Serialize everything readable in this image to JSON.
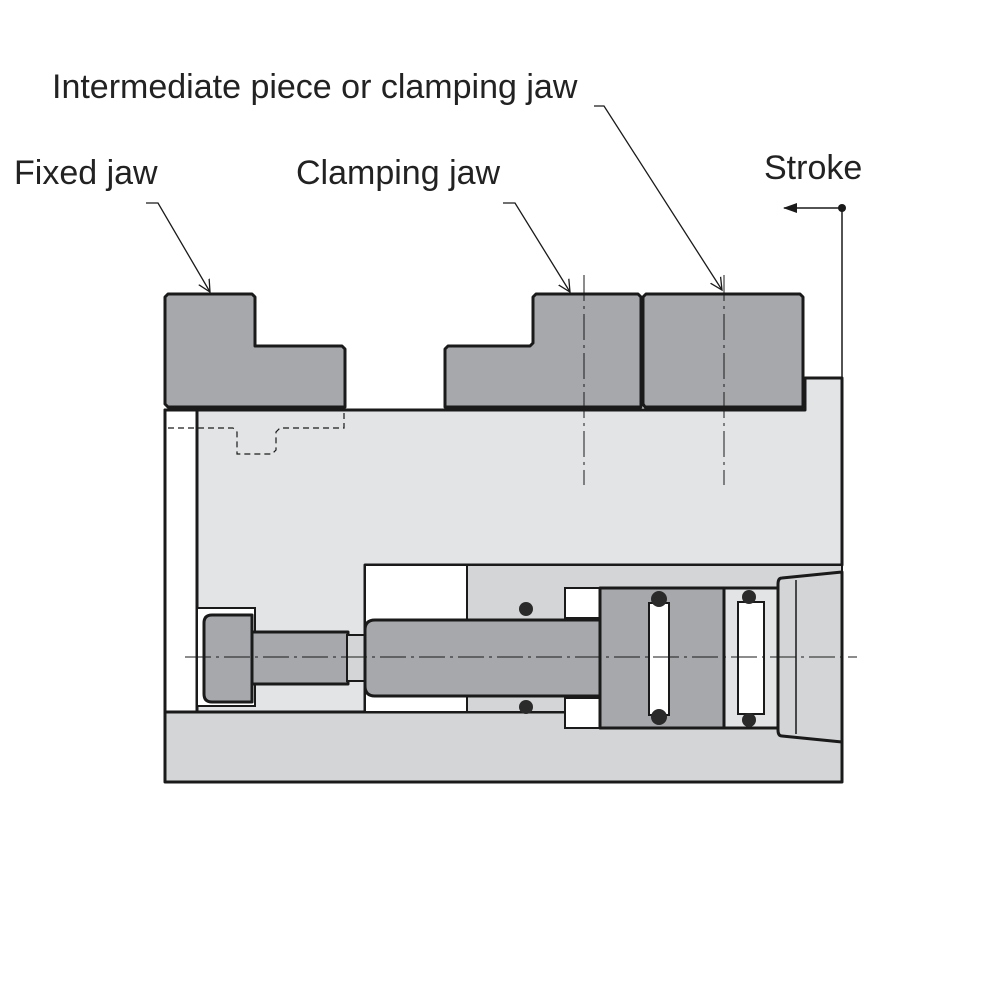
{
  "labels": {
    "intermediate": "Intermediate piece or clamping jaw",
    "fixed_jaw": "Fixed jaw",
    "clamping_jaw": "Clamping jaw",
    "stroke": "Stroke"
  },
  "colors": {
    "jaw_dark": "#a7a8ab",
    "body_light": "#e3e4e5",
    "housing_mid": "#d4d5d7",
    "line": "#1a1a1a",
    "white": "#ffffff"
  }
}
